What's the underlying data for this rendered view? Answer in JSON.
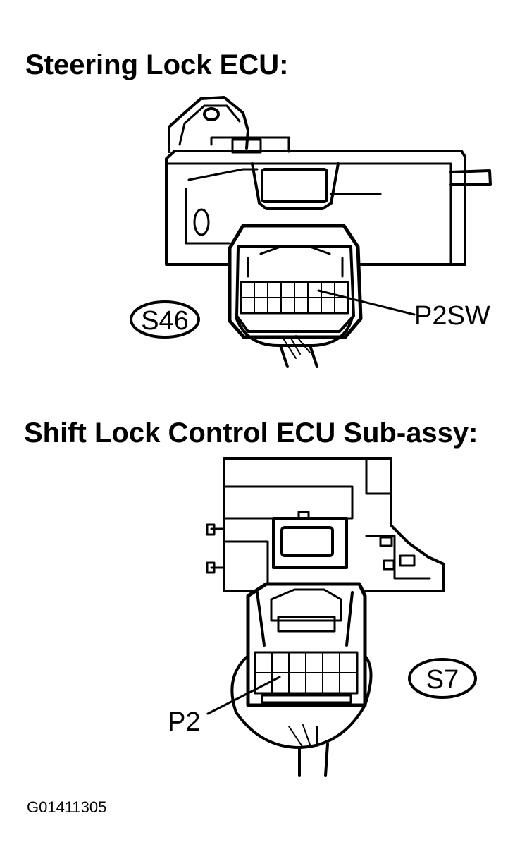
{
  "titles": {
    "steering": "Steering Lock ECU:",
    "shift": "Shift Lock Control ECU Sub-assy:"
  },
  "connectors": {
    "s46": "S46",
    "s7": "S7"
  },
  "terminals": {
    "p2sw": "P2SW",
    "p2": "P2"
  },
  "figure_id": "G01411305"
}
